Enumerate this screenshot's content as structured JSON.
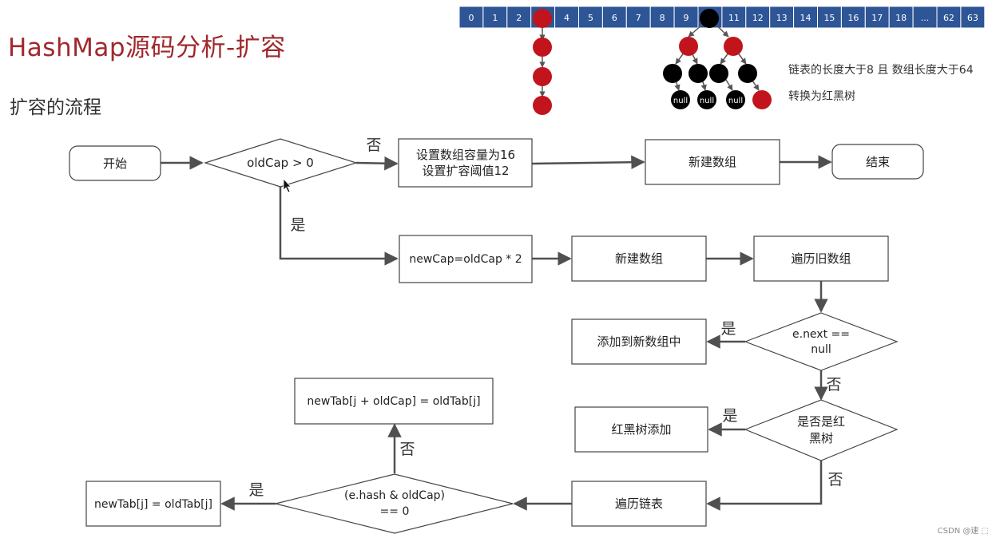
{
  "header": {
    "title": "HashMap源码分析-扩容",
    "subtitle": "扩容的流程"
  },
  "array_strip": {
    "cells": [
      "0",
      "1",
      "2",
      "",
      "4",
      "5",
      "6",
      "7",
      "8",
      "9",
      "",
      "11",
      "12",
      "13",
      "14",
      "15",
      "16",
      "17",
      "18",
      "...",
      "62",
      "63"
    ],
    "colors": {
      "fill": "#2e5596",
      "text": "#ffffff"
    }
  },
  "tree_illustration": {
    "node_colors": {
      "red": "#c2141c",
      "black": "#000000"
    },
    "null_label": "null",
    "note_line1": "链表的长度大于8 且 数组长度大于64",
    "note_line2": "转换为红黑树"
  },
  "flowchart": {
    "nodes": {
      "start": "开始",
      "cond_oldcap": "oldCap > 0",
      "set_default_1": "设置数组容量为16",
      "set_default_2": "设置扩容阈值12",
      "new_array_top": "新建数组",
      "end": "结束",
      "double_cap": "newCap=oldCap * 2",
      "new_array": "新建数组",
      "iterate_old": "遍历旧数组",
      "cond_next_1": "e.next ==",
      "cond_next_2": "null",
      "add_to_new": "添加到新数组中",
      "cond_tree_1": "是否是红",
      "cond_tree_2": "黑树",
      "tree_add": "红黑树添加",
      "iterate_list": "遍历链表",
      "cond_hash_1": "(e.hash & oldCap)",
      "cond_hash_2": "== 0",
      "assign_same": "newTab[j] = oldTab[j]",
      "assign_shift": "newTab[j + oldCap] = oldTab[j]"
    },
    "edge_labels": {
      "no": "否",
      "yes": "是"
    }
  },
  "watermark": "CSDN @速 ⬚"
}
